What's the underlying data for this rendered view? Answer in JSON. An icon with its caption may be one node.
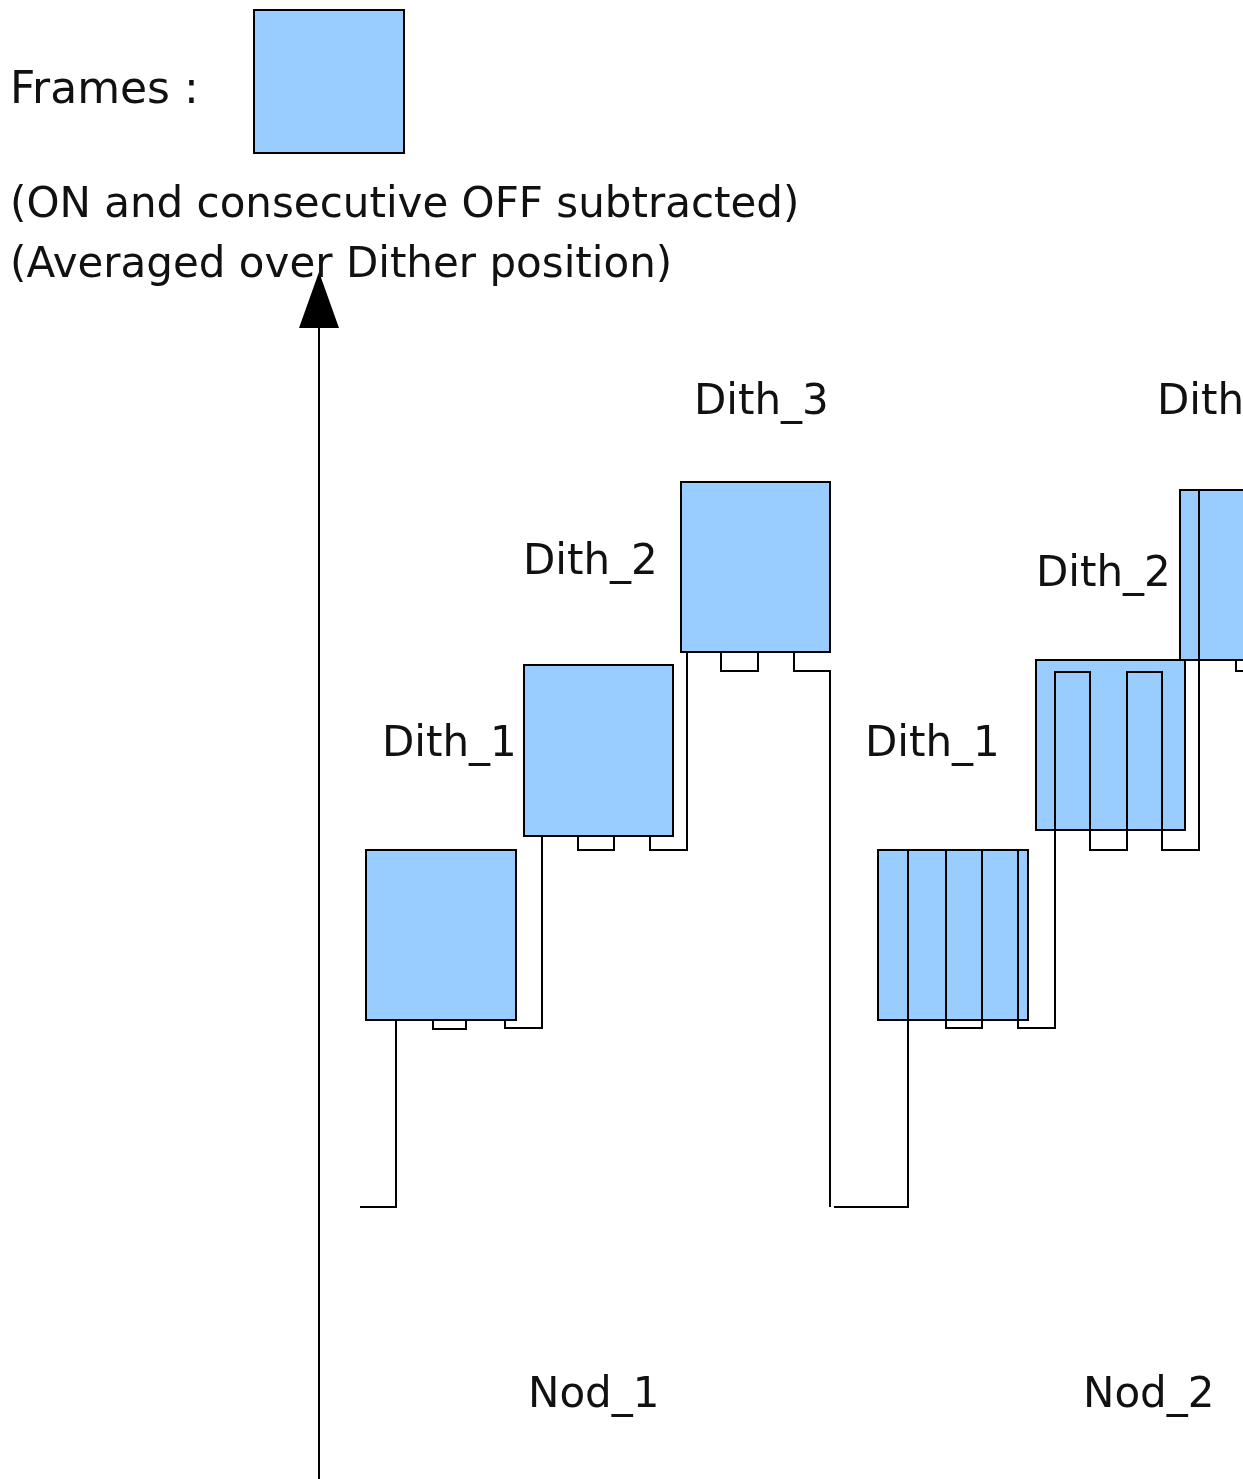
{
  "diagram": {
    "labels": [
      "(ON and consecutive OFF subtracted)",
      "(Averaged over Dither position)",
      "Dith_3",
      "Dith",
      "Dith_2",
      "Dith_2",
      "Dith_1",
      "Dith_1",
      "Nod_1",
      "Nod_2"
    ],
    "legend": [
      {
        "text": "Frames :",
        "color": "#99ccff"
      }
    ]
  }
}
